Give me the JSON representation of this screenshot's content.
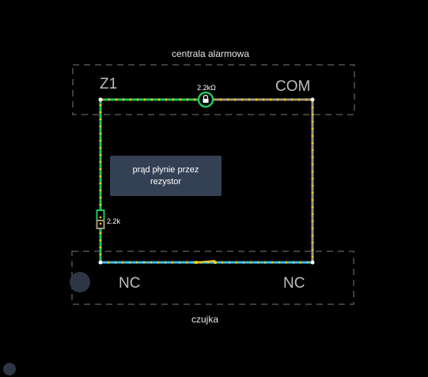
{
  "labels": {
    "panel_title": "centrala alarmowa",
    "sensor_title": "czujka",
    "terminal_z1": "Z1",
    "terminal_com": "COM",
    "terminal_nc_left": "NC",
    "terminal_nc_right": "NC",
    "resistor_top": "2.2kΩ",
    "resistor_left": "2.2k"
  },
  "info": {
    "message": "prąd płynie przez rezystor"
  },
  "colors": {
    "background": "#000000",
    "dashed_box": "#7a7a7a",
    "wire_live": "#22c55e",
    "wire_dots": "#facc15",
    "wire_return": "#a39a7a",
    "wire_sensor": "#38bdf8",
    "info_box": "#344054",
    "circle_marker": "#2e3545"
  }
}
